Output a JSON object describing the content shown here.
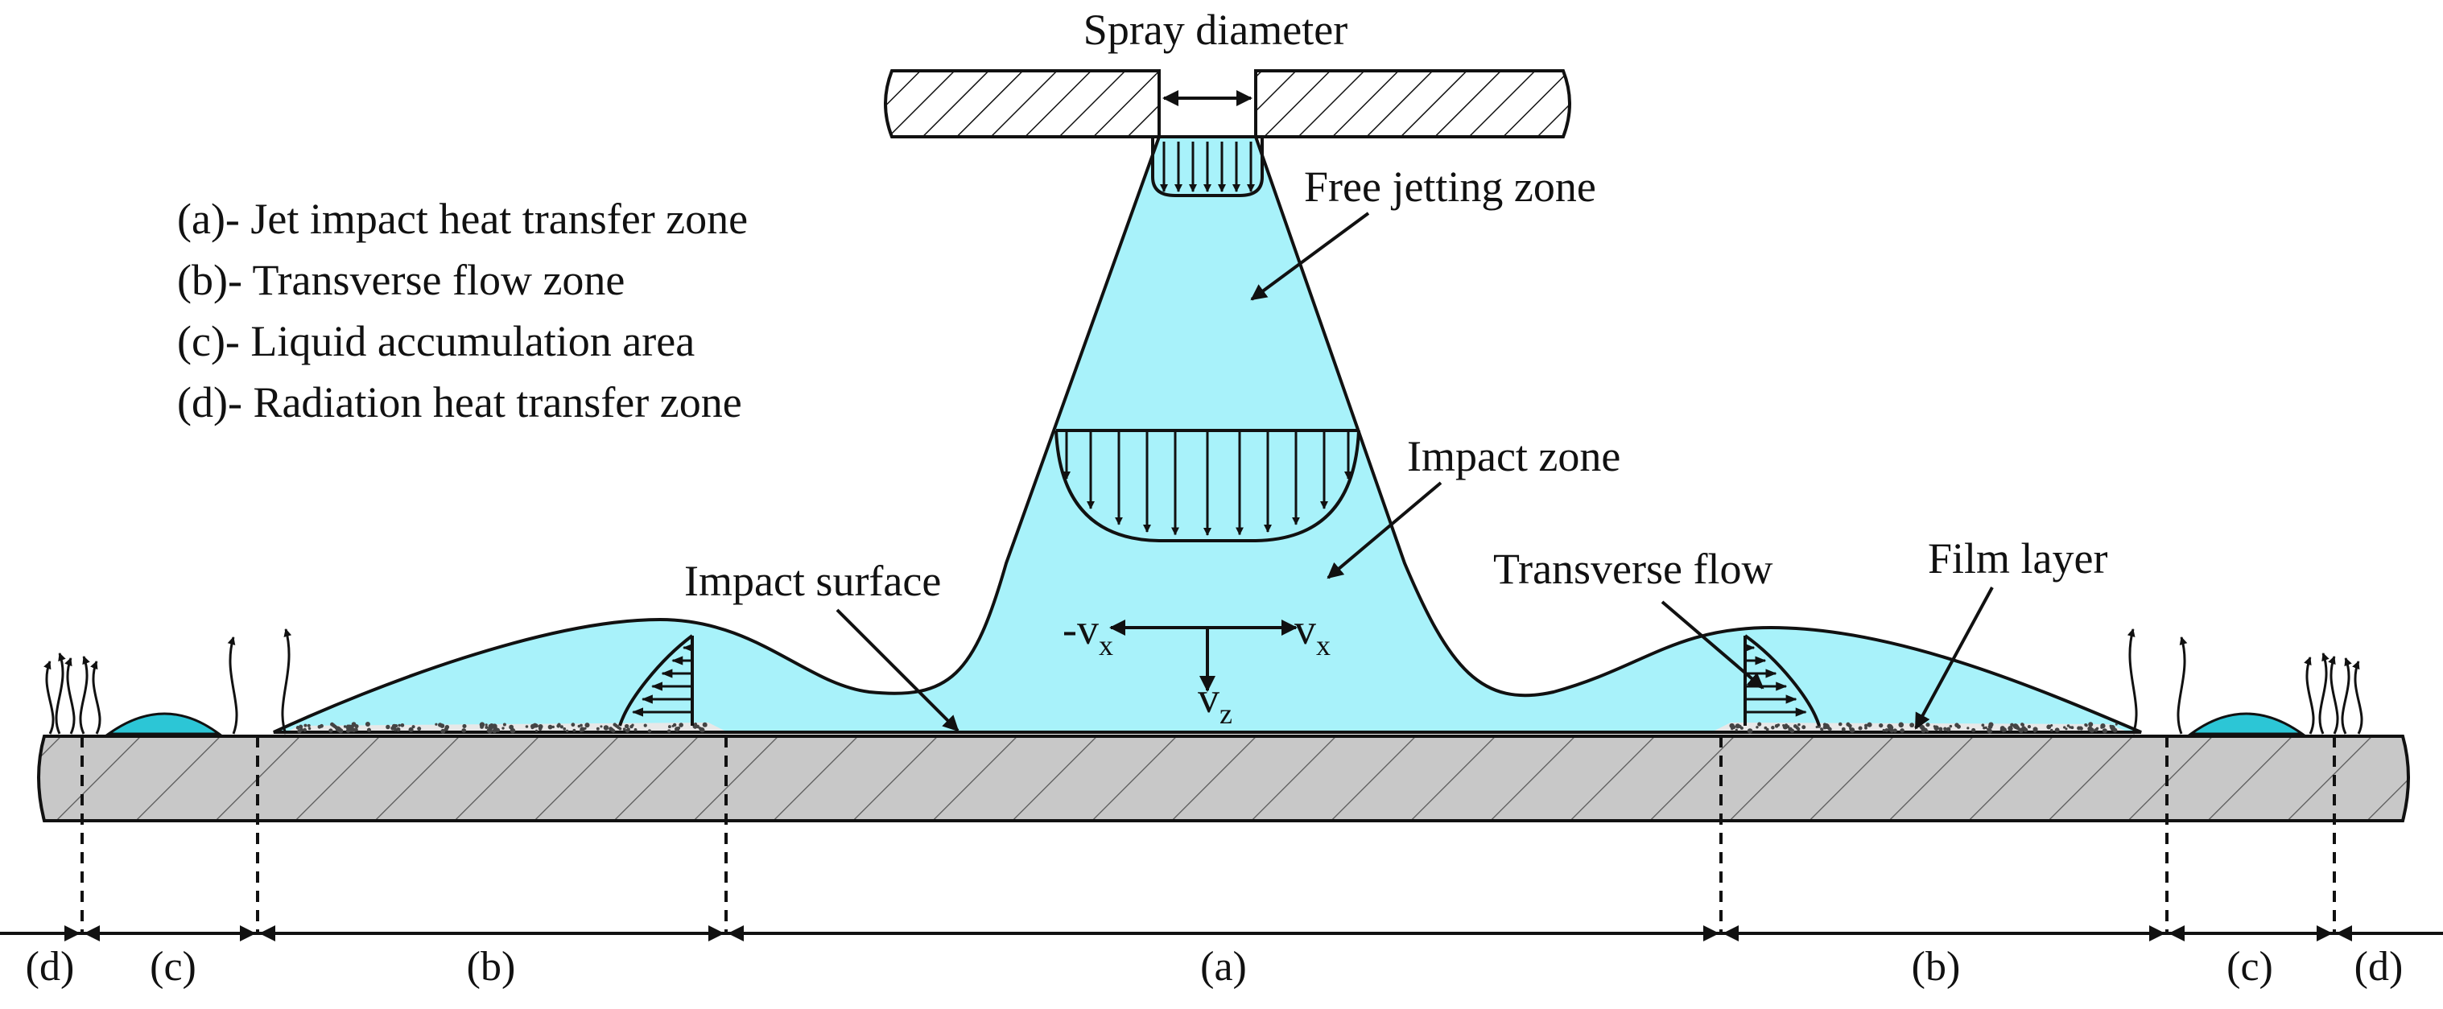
{
  "legend": [
    "(a)- Jet impact heat transfer zone",
    "(b)- Transverse flow zone",
    "(c)- Liquid accumulation area",
    "(d)- Radiation heat transfer zone"
  ],
  "labels": {
    "spray_diameter": "Spray diameter",
    "free_jetting_zone": "Free jetting zone",
    "impact_zone": "Impact zone",
    "impact_surface": "Impact surface",
    "transverse_flow": "Transverse flow",
    "film_layer": "Film layer"
  },
  "velocity": {
    "neg_vx": "-v",
    "vx": "v",
    "vz": "v",
    "sub_x": "x",
    "sub_z": "z"
  },
  "zones": {
    "a": "(a)",
    "b_left": "(b)",
    "b_right": "(b)",
    "c_left": "(c)",
    "c_right": "(c)",
    "d_left": "(d)",
    "d_right": "(d)"
  },
  "colors": {
    "jet_top": "#7f86f4",
    "jet_mid": "#9ab8fb",
    "jet_bottom": "#a8f2fa",
    "film": "#a9eef6",
    "droplet": "#2cc6d6",
    "plate": "#c8c8c8",
    "line": "#111111"
  }
}
